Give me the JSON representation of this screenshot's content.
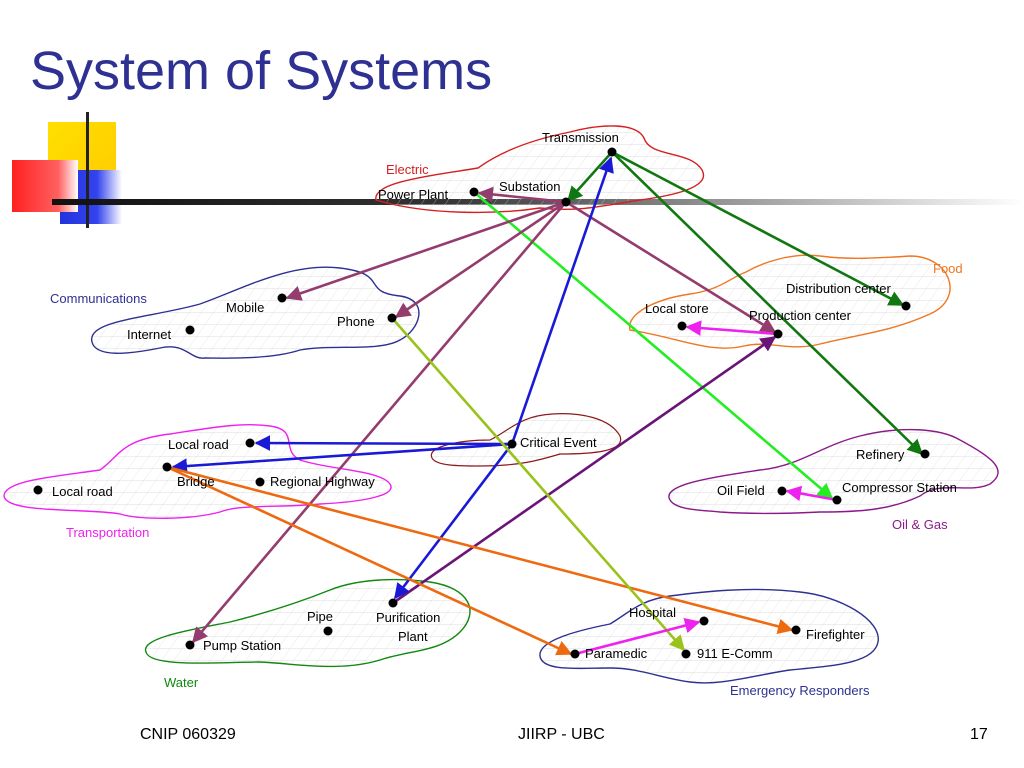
{
  "slide": {
    "title": "System of Systems",
    "footer_left": "CNIP 060329",
    "footer_center": "JIIRP - UBC",
    "page_number": "17"
  },
  "groups": {
    "electric": {
      "label": "Electric",
      "color": "#d42020"
    },
    "communications": {
      "label": "Communications",
      "color": "#2e3192"
    },
    "food": {
      "label": "Food",
      "color": "#ee7722"
    },
    "transportation": {
      "label": "Transportation",
      "color": "#ee22ee"
    },
    "oil_gas": {
      "label": "Oil & Gas",
      "color": "#8a1a8a"
    },
    "water": {
      "label": "Water",
      "color": "#118811"
    },
    "emergency": {
      "label": "Emergency Responders",
      "color": "#2e3192"
    },
    "critical": {
      "label": "",
      "color": "#8b1a1a"
    }
  },
  "nodes": {
    "transmission": "Transmission",
    "power_plant": "Power Plant",
    "substation": "Substation",
    "mobile": "Mobile",
    "internet": "Internet",
    "phone": "Phone",
    "distribution_center": "Distribution center",
    "local_store": "Local store",
    "production_center": "Production center",
    "critical_event": "Critical Event",
    "local_road_upper": "Local road",
    "local_road_left": "Local road",
    "bridge": "Bridge",
    "regional_highway": "Regional Highway",
    "refinery": "Refinery",
    "oil_field": "Oil Field",
    "compressor_station": "Compressor Station",
    "pipe": "Pipe",
    "purification_plant_1": "Purification",
    "purification_plant_2": "Plant",
    "pump_station": "Pump Station",
    "hospital": "Hospital",
    "firefighter": "Firefighter",
    "paramedic": "Paramedic",
    "e_comm": "911 E-Comm"
  },
  "edge_colors": {
    "dark_green": "#117711",
    "bright_green": "#22ee22",
    "maroon": "#943c6e",
    "purple": "#6a1478",
    "blue": "#1a1ad6",
    "orange": "#ee6a10",
    "yellow_green": "#99c21a",
    "magenta": "#ee22ee"
  },
  "deco_icon": "overlapping-squares-logo"
}
